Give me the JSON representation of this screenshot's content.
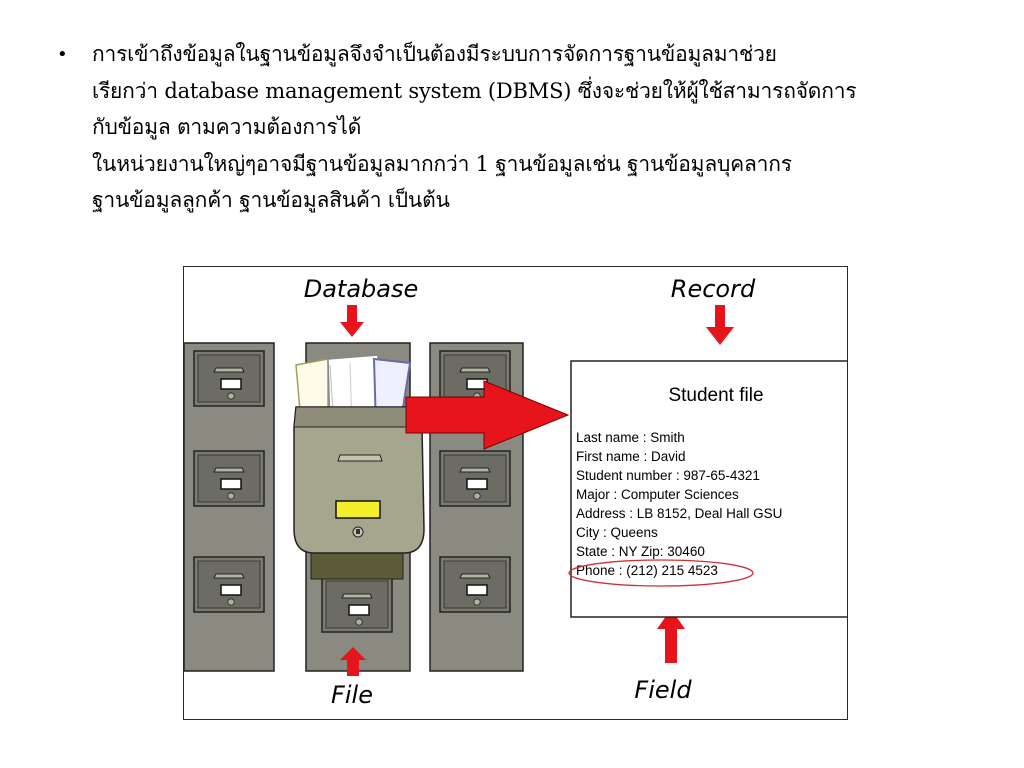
{
  "bullet_symbol": "•",
  "paragraph_lines": [
    "การเข้าถึงข้อมูลในฐานข้อมูลจึงจำเป็นต้องมีระบบการจัดการฐานข้อมูลมาช่วย",
    "เรียกว่า database management system (DBMS) ซึ่งจะช่วยให้ผู้ใช้สามารถจัดการ",
    "กับข้อมูล ตามความต้องการได้",
    "ในหน่วยงานใหญ่ๆอาจมีฐานข้อมูลมากกว่า 1 ฐานข้อมูลเช่น ฐานข้อมูลบุคลากร",
    "ฐานข้อมูลลูกค้า ฐานข้อมูลสินค้า เป็นต้น"
  ],
  "diagram": {
    "labels": {
      "database": "Database",
      "record": "Record",
      "file": "File",
      "field": "Field"
    },
    "student_file": {
      "title": "Student file",
      "rows": [
        "Last name : Smith",
        "First name : David",
        "Student number : 987-65-4321",
        "Major : Computer Sciences",
        "Address : LB 8152, Deal Hall GSU",
        "City : Queens",
        "State : NY  Zip: 30460",
        "Phone : (212) 215 4523"
      ]
    },
    "colors": {
      "arrow": "#e8141c",
      "cabinet": "#7d7d72",
      "drawer": "#6a6a62",
      "open_drawer": "#a8a890",
      "label_slot": "#f4ef2a"
    }
  }
}
